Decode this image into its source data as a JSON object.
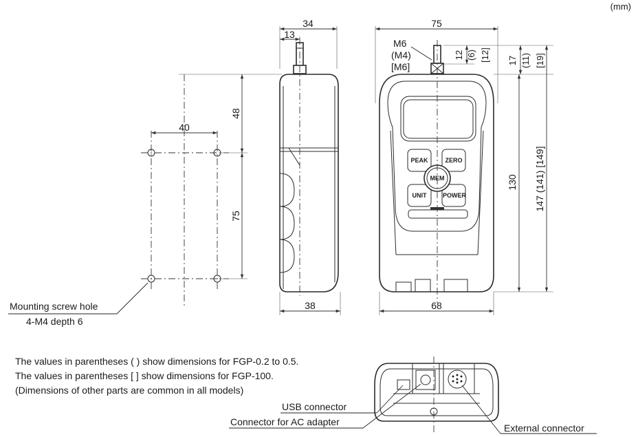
{
  "units": "(mm)",
  "side_view": {
    "width_top": "34",
    "shaft_offset": "13",
    "width_bottom": "38"
  },
  "mounting": {
    "hole_spacing_horizontal": "40",
    "upper_offset": "48",
    "hole_spacing_vertical": "75",
    "label_line1": "Mounting screw hole",
    "label_line2": "4-M4 depth 6"
  },
  "front_view": {
    "width_top": "75",
    "width_bottom": "68",
    "thread": "M6",
    "thread_alt_paren": "(M4)",
    "thread_alt_bracket": "[M6]",
    "shaft_len": "12",
    "shaft_len_paren": "(6)",
    "shaft_len_bracket": "[12]",
    "tip_len": "17",
    "tip_len_paren": "(11)",
    "tip_len_bracket": "[19]",
    "body_height": "130",
    "total_height": "147 (141) [149]",
    "buttons": {
      "peak": "PEAK",
      "zero": "ZERO",
      "mem": "MEM",
      "unit": "UNIT",
      "power": "POWER"
    }
  },
  "notes": [
    "The values in parentheses ( ) show dimensions for FGP-0.2 to 0.5.",
    "The values in parentheses [ ] show dimensions for FGP-100.",
    "(Dimensions of other parts are common in all models)"
  ],
  "bottom_view": {
    "usb_label": "USB connector",
    "ac_label": "Connector for AC adapter",
    "ext_label": "External connector"
  }
}
